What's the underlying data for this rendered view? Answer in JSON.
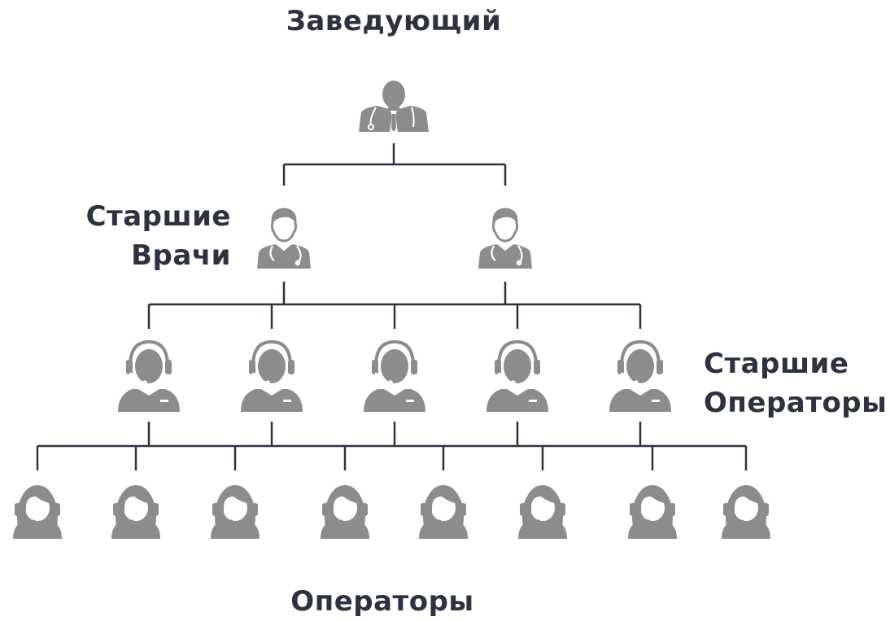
{
  "labels": {
    "head": "Заведующий",
    "senior_doctors": [
      "Старшие",
      "Врачи"
    ],
    "senior_operators": [
      "Старшие",
      "Операторы"
    ],
    "operators": "Операторы"
  },
  "colors": {
    "icon": "#8c8c8c",
    "line": "#2d3240",
    "text": "#2d3240"
  },
  "icons": {
    "head": "doctor-suit-icon",
    "senior_doctor": "doctor-icon",
    "senior_operator": "operator-headset-male-icon",
    "operator": "operator-headset-female-icon"
  },
  "counts": {
    "head": 1,
    "senior_doctors": 2,
    "senior_operators": 5,
    "operators": 8
  }
}
